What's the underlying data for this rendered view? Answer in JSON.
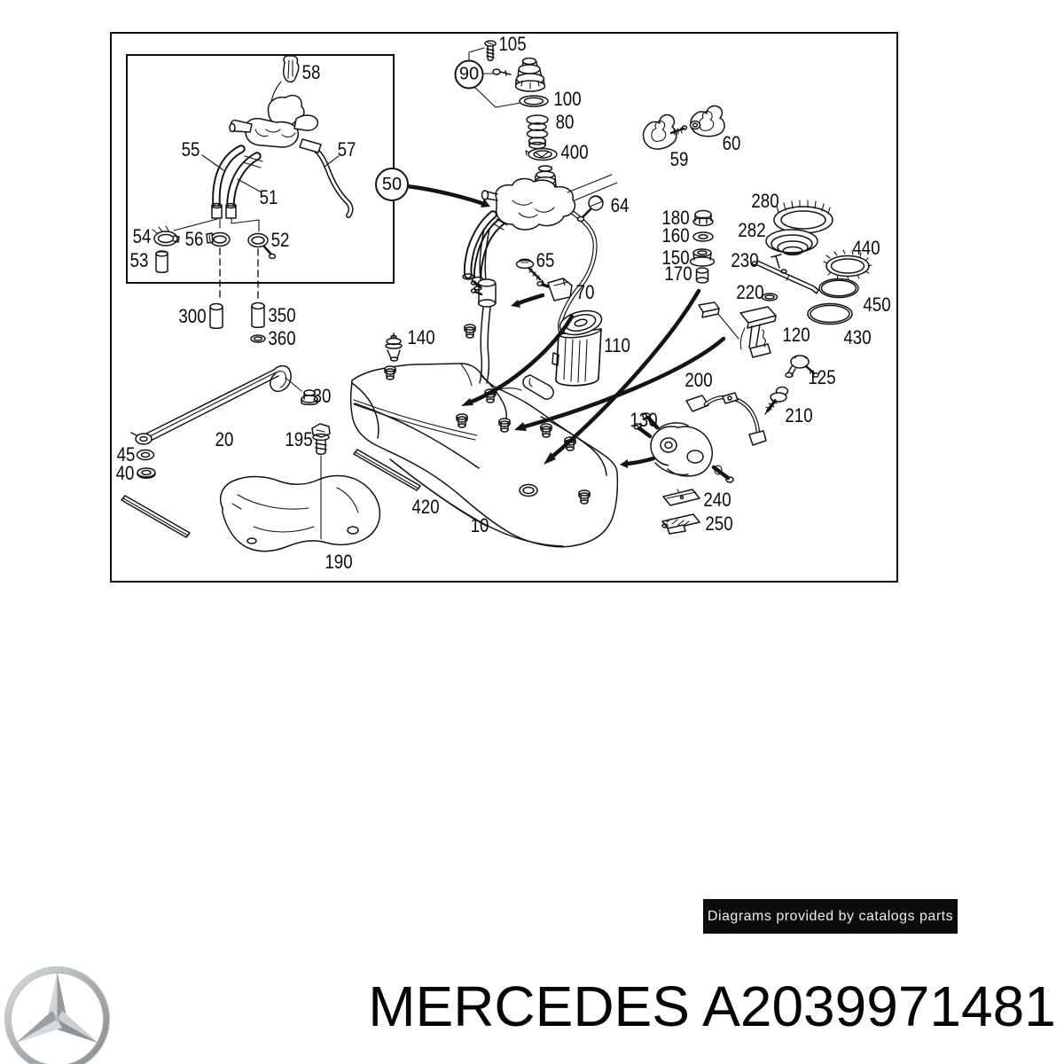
{
  "page": {
    "background": "#ffffff",
    "footer": {
      "title": "MERCEDES A2039971481",
      "logo_icon": "mercedes-star-icon"
    },
    "watermark": {
      "text": "Diagrams provided by catalogs parts",
      "bg": "#0c0c0c",
      "fg": "#ededed"
    }
  },
  "diagram": {
    "kind": "exploded-parts-diagram",
    "subject": "fuel tank assembly",
    "line_color": "#141414",
    "circled_labels": {
      "c50": "50",
      "c90": "90"
    },
    "labels": {
      "p10": "10",
      "p20": "20",
      "p30": "30",
      "p40": "40",
      "p45": "45",
      "p51": "51",
      "p52": "52",
      "p53": "53",
      "p54": "54",
      "p55": "55",
      "p56": "56",
      "p57": "57",
      "p58": "58",
      "p59": "59",
      "p60": "60",
      "p64": "64",
      "p65": "65",
      "p70": "70",
      "p80": "80",
      "p100": "100",
      "p105": "105",
      "p110": "110",
      "p120": "120",
      "p125": "125",
      "p130": "130",
      "p140": "140",
      "p150": "150",
      "p160": "160",
      "p170": "170",
      "p180": "180",
      "p190": "190",
      "p195": "195",
      "p200": "200",
      "p210": "210",
      "p220": "220",
      "p230": "230",
      "p240": "240",
      "p250": "250",
      "p280": "280",
      "p282": "282",
      "p300": "300",
      "p350": "350",
      "p360": "360",
      "p400": "400",
      "p420": "420",
      "p430": "430",
      "p440": "440",
      "p450": "450"
    }
  }
}
